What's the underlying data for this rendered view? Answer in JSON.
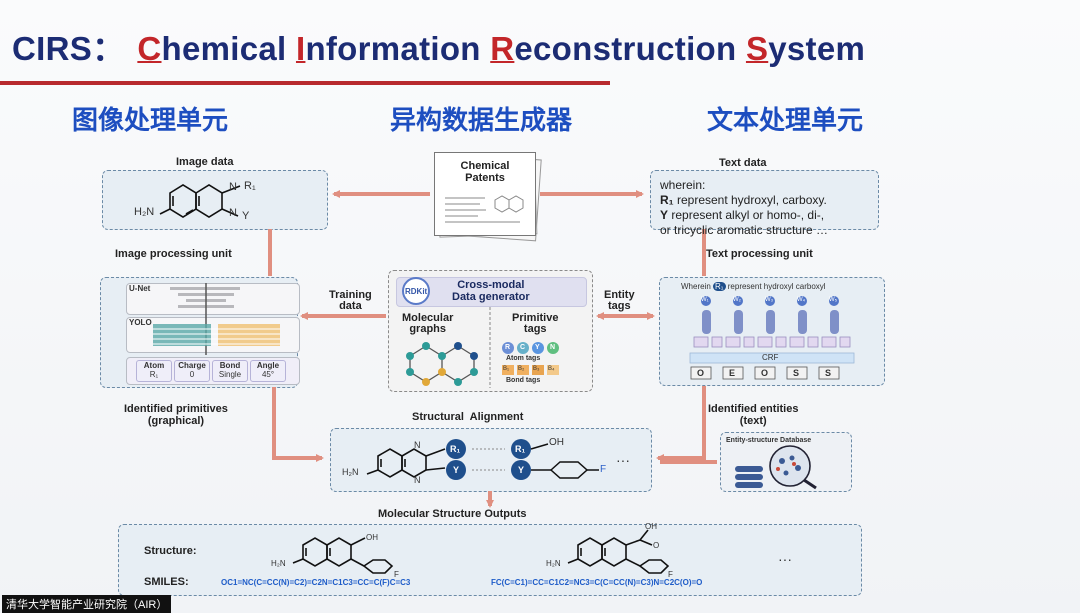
{
  "title": {
    "prefix": "CIRS",
    "colon": "：",
    "words": [
      {
        "cap": "C",
        "rest": "hemical "
      },
      {
        "cap": "I",
        "rest": "nformation "
      },
      {
        "cap": "R",
        "rest": "econstruction "
      },
      {
        "cap": "S",
        "rest": "ystem"
      }
    ]
  },
  "sections": {
    "image_unit": "图像处理单元",
    "generator": "异构数据生成器",
    "text_unit": "文本处理单元"
  },
  "labels": {
    "image_data": "Image data",
    "text_data": "Text data",
    "chemical_patents": "Chemical Patents",
    "image_processing_unit": "Image processing unit",
    "text_processing_unit": "Text processing unit",
    "training_data_1": "Training",
    "training_data_2": "data",
    "entity_tags_1": "Entity",
    "entity_tags_2": "tags",
    "identified_primitives_1": "Identified primitives",
    "identified_primitives_2": "(graphical)",
    "identified_entities_1": "Identified entities",
    "identified_entities_2": "(text)",
    "structural_alignment": "Structural  Alignment",
    "molecular_structure_outputs": "Molecular Structure Outputs",
    "entity_structure_database": "Entity-structure Database"
  },
  "image_box": {
    "h2n": "H₂N",
    "n1": "N",
    "n2": "N",
    "r1": "R₁",
    "y": "Y"
  },
  "text_box": {
    "line1": "wherein:",
    "line2_bold": "R₁",
    "line2": " represent hydroxyl, carboxy.",
    "line3_bold": "Y",
    "line3": " represent alkyl or homo-, di-,",
    "line4": "or tricyclic aromatic structure …"
  },
  "image_unit": {
    "unet": "U-Net",
    "yolo": "YOLO",
    "attrs": [
      {
        "name": "Atom",
        "value": "R₁"
      },
      {
        "name": "Charge",
        "value": "0"
      },
      {
        "name": "Bond",
        "value": "Single"
      },
      {
        "name": "Angle",
        "value": "45°"
      }
    ]
  },
  "generator": {
    "rdkit": "RDKit",
    "title_1": "Cross-modal",
    "title_2": "Data generator",
    "molecular_graphs_1": "Molecular",
    "molecular_graphs_2": "graphs",
    "primitive_tags_1": "Primitive",
    "primitive_tags_2": "tags",
    "atom_tags": "Atom tags",
    "bond_tags": "Bond tags",
    "atom_tag_items": [
      "R",
      "C",
      "Y",
      "N"
    ],
    "bond_tag_items": [
      "B₁",
      "B₂",
      "B₃",
      "B₄"
    ]
  },
  "text_unit": {
    "sentence_pre": "Wherein",
    "sentence_r": "R₁",
    "sentence_post": "represent hydroxyl carboxyl",
    "w": [
      "W₁",
      "W₂",
      "W₃",
      "W₄",
      "W₅"
    ],
    "crf": "CRF",
    "tags": [
      "O",
      "E",
      "O",
      "S",
      "S"
    ]
  },
  "alignment": {
    "r1": "R₁",
    "y": "Y",
    "oh": "OH",
    "f": "F",
    "h2n": "H₂N",
    "n1": "N",
    "n2": "N",
    "ellipsis": "···"
  },
  "outputs": {
    "structure_label": "Structure:",
    "smiles_label": "SMILES:",
    "oh": "OH",
    "f": "F",
    "h2n": "H₂N",
    "n": "N",
    "o": "O",
    "ellipsis": "···",
    "smiles_1": "OC1=NC(C=CC(N)=C2)=C2N=C1C3=CC=C(F)C=C3",
    "smiles_2": "FC(C=C1)=CC=C1C2=NC3=C(C=CC(N)=C3)N=C2C(O)=O"
  },
  "footer": "清华大学智能产业研究院（AIR）",
  "colors": {
    "title_navy": "#1c2c74",
    "title_red": "#c3262a",
    "section_blue": "#1d4ec0",
    "arrow": "#e08f80",
    "smiles_blue": "#1e5cc8"
  }
}
